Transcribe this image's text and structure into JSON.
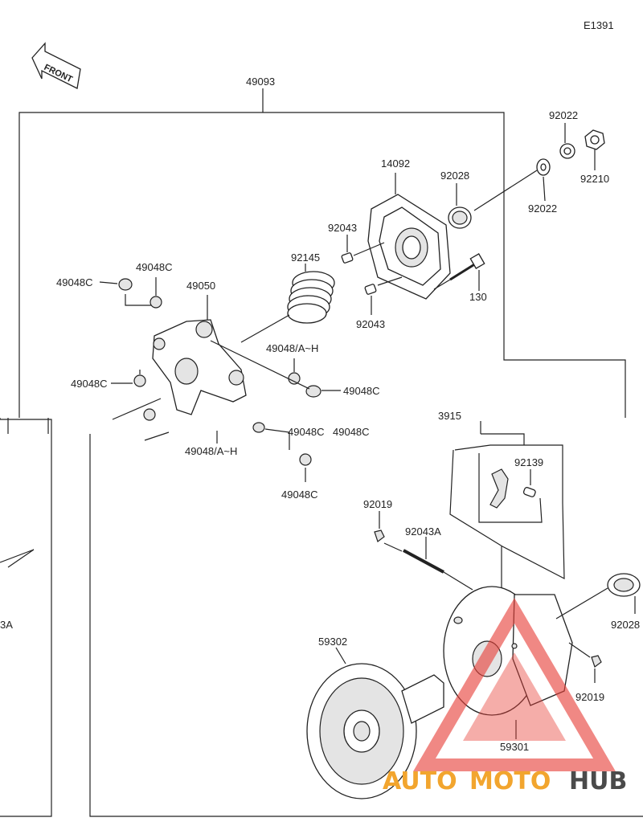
{
  "diagram_id": "E1391",
  "front_label": "FRONT",
  "assembly_label": "49093",
  "labels": {
    "p14092": "14092",
    "p92028_top": "92028",
    "p92022_a": "92022",
    "p92022_b": "92022",
    "p92210": "92210",
    "p92043_a": "92043",
    "p92043_b": "92043",
    "p130": "130",
    "p92145": "92145",
    "p49048C_1": "49048C",
    "p49048C_2": "49048C",
    "p49050": "49050",
    "p49048AH_1": "49048/A~H",
    "p49048C_3": "49048C",
    "p49048C_4": "49048C",
    "p49048AH_2": "49048/A~H",
    "p49048C_5": "49048C",
    "p49048C_6": "49048C",
    "p49048C_7": "49048C",
    "p3915x": "3915",
    "p92139": "92139",
    "p92019_a": "92019",
    "p92043A": "92043A",
    "p59302": "59302",
    "p92028_right": "92028",
    "p92019_b": "92019",
    "p59301": "59301",
    "left_cut": "3A"
  },
  "watermark": {
    "part1": "AUTO",
    "part2": "MOTO",
    "part3": "HUB",
    "color_main": "#f2a52e",
    "color_tri": "#e8413a",
    "color_hub": "#4a4a4a"
  }
}
